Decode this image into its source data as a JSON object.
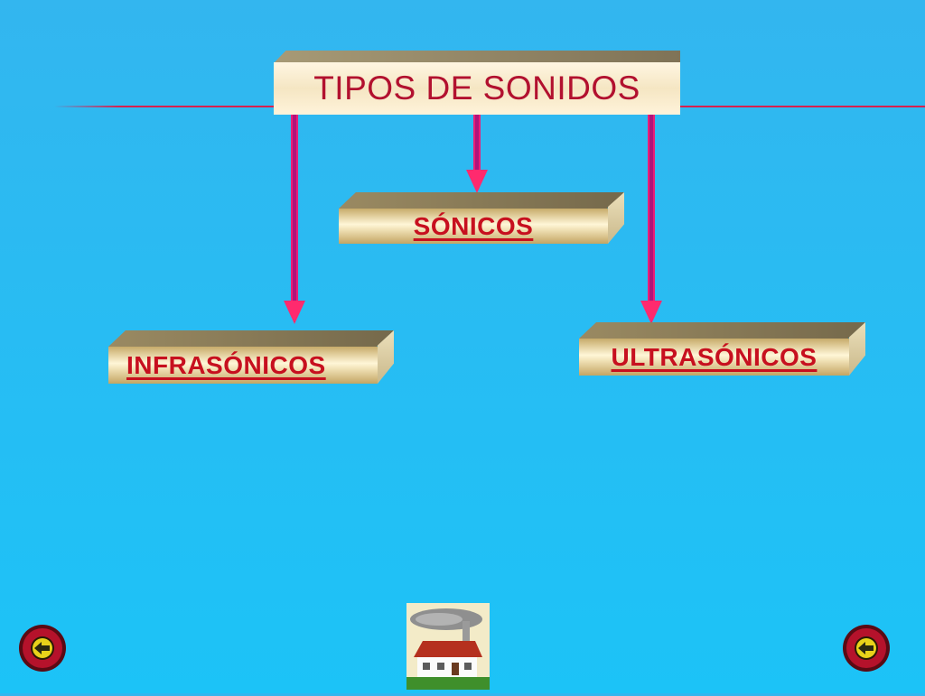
{
  "diagram": {
    "title": "TIPOS DE SONIDOS",
    "nodes": {
      "sonicos": "SÓNICOS",
      "infrasonicos": "INFRASÓNICOS",
      "ultrasonicos": "ULTRASÓNICOS"
    }
  },
  "navigation": {
    "prev_icon": "left-arrow-circle-icon",
    "home_icon": "house-icon",
    "next_icon": "left-arrow-circle-icon"
  },
  "colors": {
    "background": "#1cc3f7",
    "arrow": "#e91e78",
    "label_text": "#c7101f",
    "title_text": "#b2112f"
  }
}
